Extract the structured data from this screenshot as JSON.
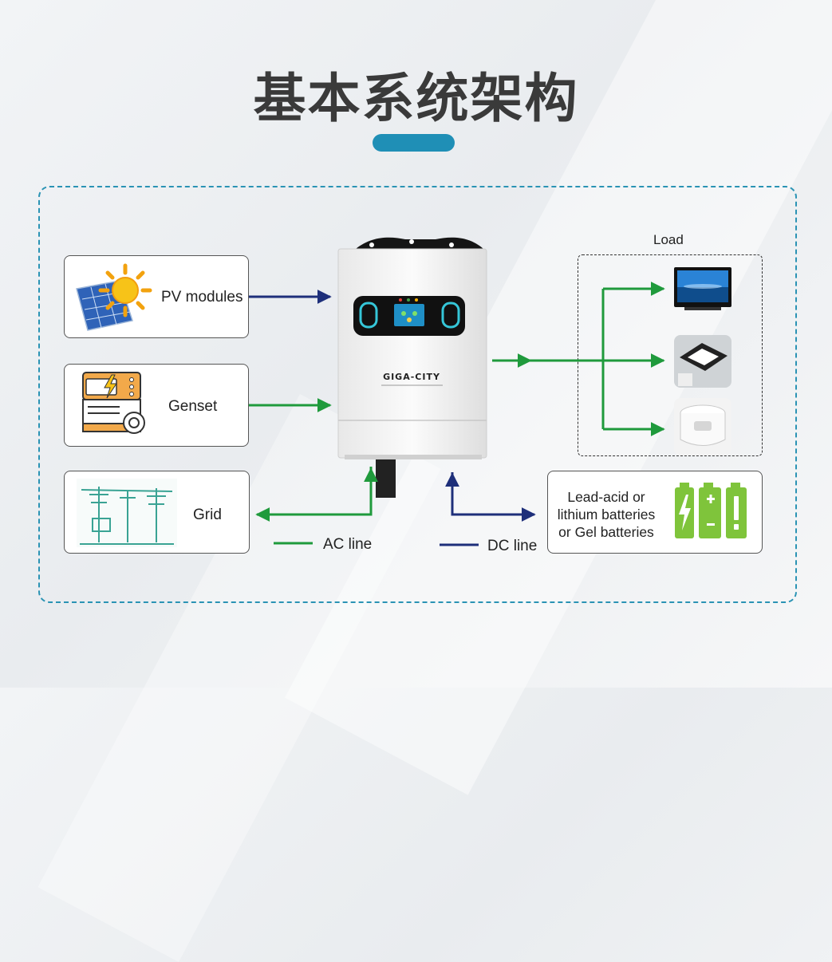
{
  "title": "基本系统架构",
  "sources": {
    "pv": "PV modules",
    "genset": "Genset",
    "grid": "Grid"
  },
  "load": {
    "title": "Load"
  },
  "batteries": {
    "line1": "Lead-acid or",
    "line2": "lithium batteries",
    "line3": "or Gel batteries"
  },
  "legend": {
    "ac": "AC line",
    "dc": "DC line"
  },
  "inverter": {
    "brand": "GIGA-CITY"
  },
  "colors": {
    "ac_line": "#1f9a3c",
    "dc_line": "#1e2f7a",
    "accent": "#1f8fb6",
    "frame": "#2a93b4"
  }
}
